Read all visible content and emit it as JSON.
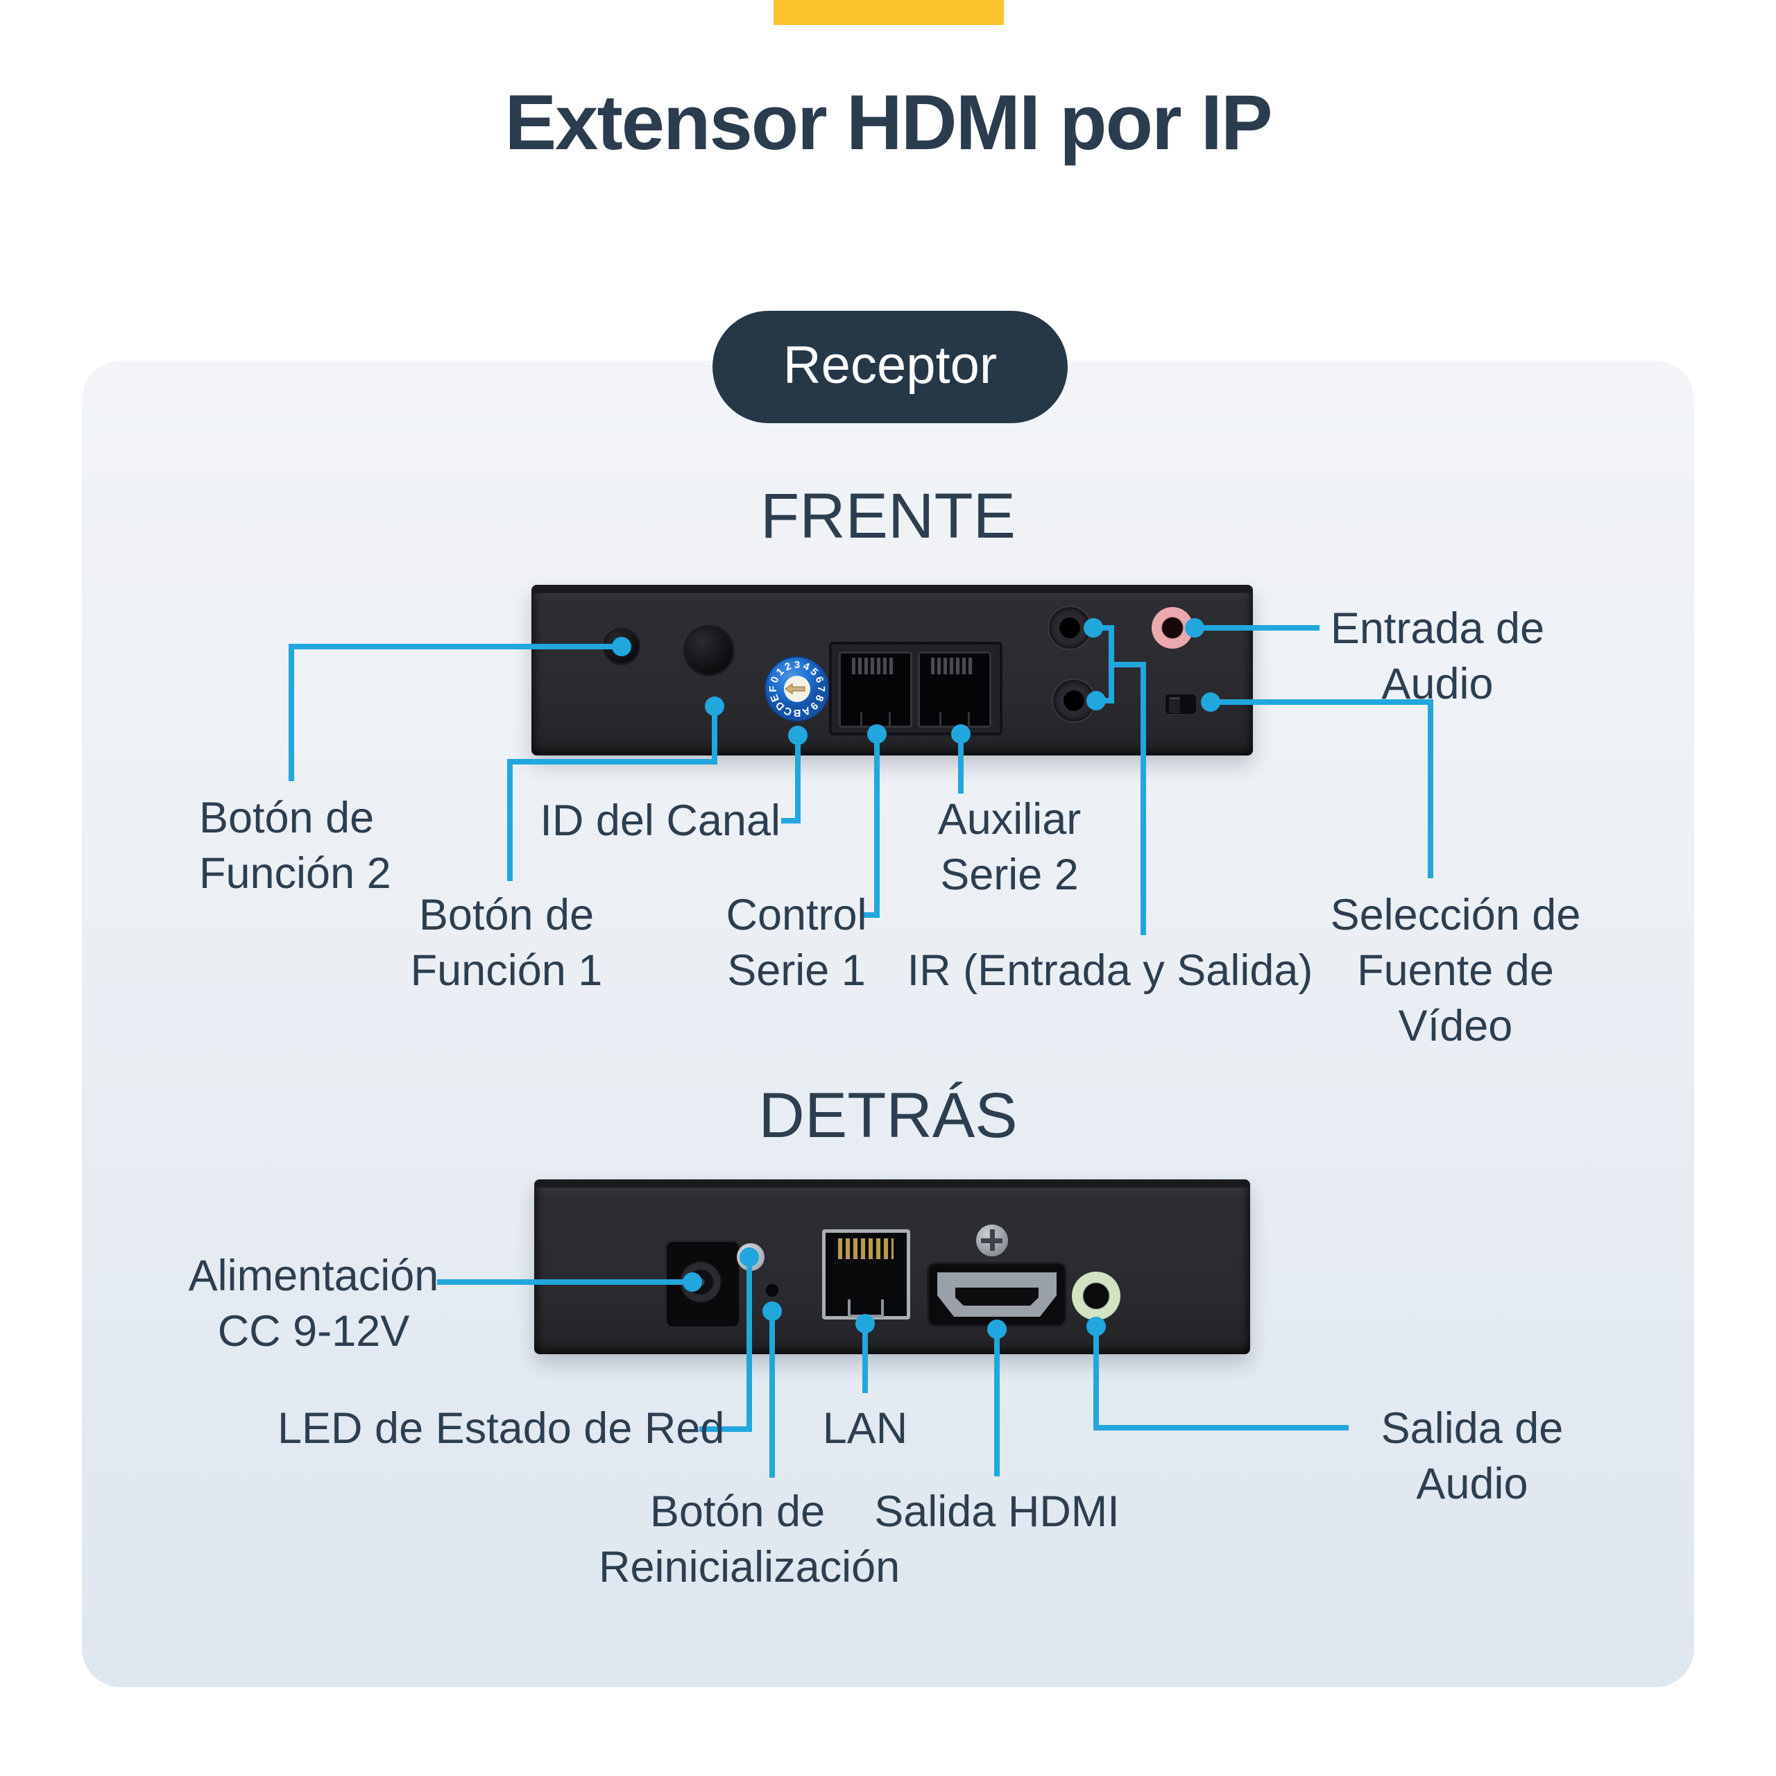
{
  "title": "Extensor HDMI por IP",
  "badge": "Receptor",
  "front": {
    "heading": "FRENTE",
    "dial_chars": "0123456789ABCDEF",
    "labels": {
      "funcion2": [
        "Botón de",
        "Función 2"
      ],
      "funcion1": [
        "Botón de",
        "Función 1"
      ],
      "canal_id": "ID del Canal",
      "control_serie1": [
        "Control",
        "Serie 1"
      ],
      "auxiliar_serie2": [
        "Auxiliar",
        "Serie 2"
      ],
      "ir": "IR (Entrada y Salida)",
      "entrada_audio": [
        "Entrada de",
        "Audio"
      ],
      "seleccion_video": [
        "Selección de",
        "Fuente de",
        "Vídeo"
      ]
    }
  },
  "back": {
    "heading": "DETRÁS",
    "labels": {
      "alimentacion": [
        "Alimentación",
        "CC 9-12V"
      ],
      "led_estado": "LED de Estado de Red",
      "reset": [
        "Botón de",
        "Reinicialización"
      ],
      "lan": "LAN",
      "salida_hdmi": "Salida HDMI",
      "salida_audio": [
        "Salida de",
        "Audio"
      ]
    }
  },
  "colors": {
    "accent_yellow": "#FBC32D",
    "callout": "#21A7DD",
    "text": "#2C3E50",
    "badge_bg": "#263848",
    "dial_blue": "#1E6FD0",
    "dial_arrow": "#CDB27C"
  }
}
